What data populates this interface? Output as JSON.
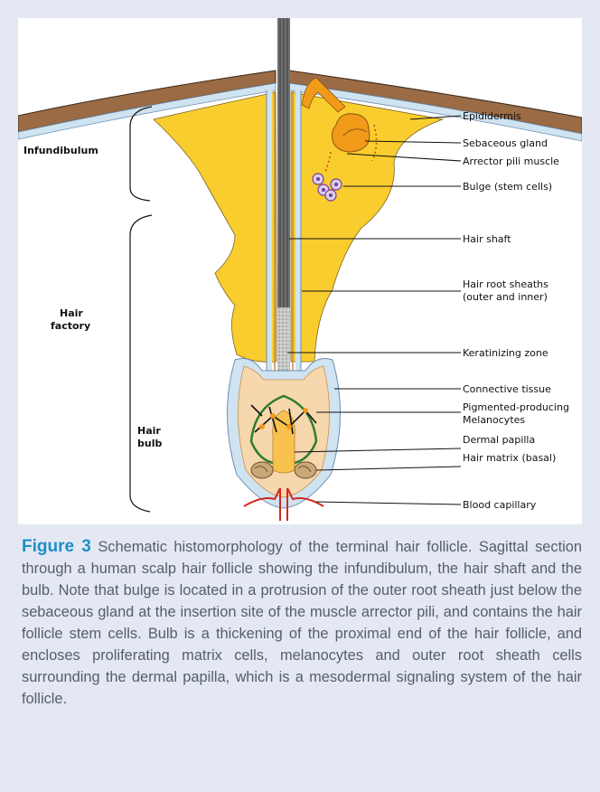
{
  "figure": {
    "left_labels": {
      "infundibulum": "Infundibulum",
      "hair_factory": [
        "Hair",
        "factory"
      ],
      "hair_bulb": [
        "Hair",
        "bulb"
      ]
    },
    "right_labels": [
      "Epididermis",
      "Sebaceous gland",
      "Arrector pili muscle",
      "Bulge (stem cells)",
      "Hair shaft",
      "Hair root sheaths",
      "(outer and inner)",
      "Keratinizing zone",
      "Connective tissue",
      "Pigmented-producing",
      "Melanocytes",
      "Dermal papilla",
      "Hair matrix (basal)",
      "Blood capillary"
    ]
  },
  "caption": {
    "label": "Figure 3",
    "text": "Schematic histomorphology of the terminal hair follicle. Sagittal section through a human scalp hair follicle showing the infundibulum, the hair shaft and the bulb. Note that bulge is located in a protrusion of the outer root sheath just below the sebaceous gland at the insertion site of the muscle arrector pili, and contains the hair follicle stem cells. Bulb is a thickening of the proximal end of the hair follicle, and encloses proliferating matrix cells, melanocytes and outer root sheath cells surrounding the dermal papilla, which is a mesodermal signaling system of the hair follicle."
  },
  "colors": {
    "background": "#e4e8f3",
    "follicle_fill": "#f9cd2e",
    "skin": "#9a6b45",
    "sheath": "#cfe3f1",
    "caption_label": "#1e8fc9",
    "caption_text": "#555e6c"
  }
}
